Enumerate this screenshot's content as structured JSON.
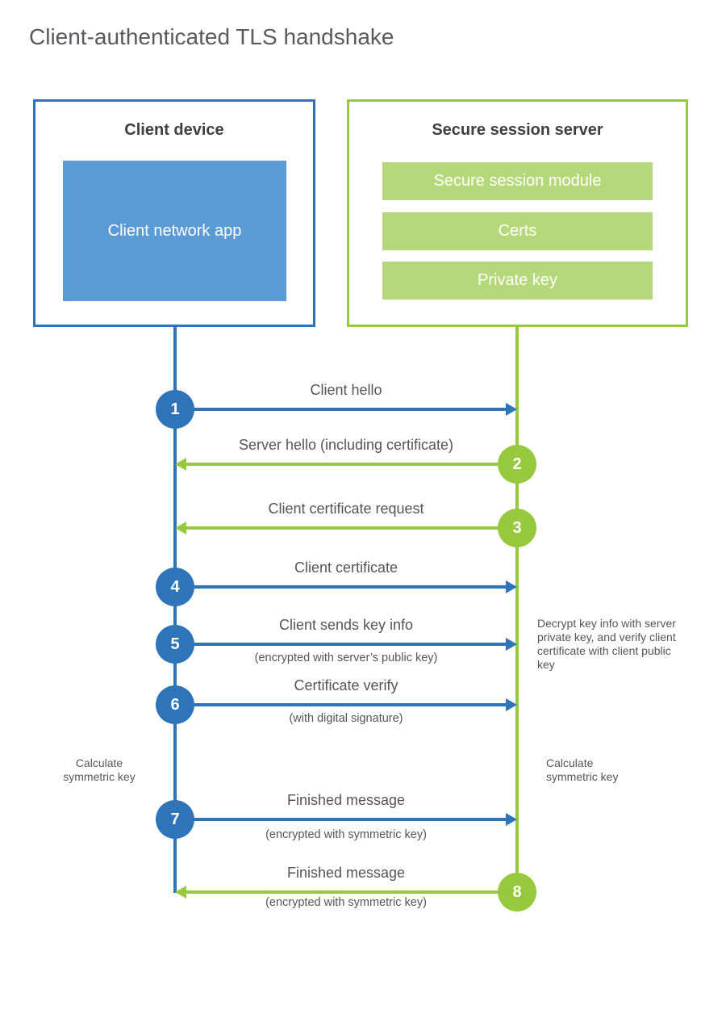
{
  "title": "Client-authenticated TLS handshake",
  "client_box": {
    "title": "Client device",
    "app_label": "Client network app"
  },
  "server_box": {
    "title": "Secure session server",
    "modules": [
      "Secure session module",
      "Certs",
      "Private key"
    ]
  },
  "steps": [
    {
      "num": "1",
      "direction": "client-to-server",
      "label": "Client hello"
    },
    {
      "num": "2",
      "direction": "server-to-client",
      "label": "Server hello (including certificate)"
    },
    {
      "num": "3",
      "direction": "server-to-client",
      "label": "Client certificate request"
    },
    {
      "num": "4",
      "direction": "client-to-server",
      "label": "Client certificate"
    },
    {
      "num": "5",
      "direction": "client-to-server",
      "label": "Client sends key info",
      "sublabel": "(encrypted with server’s public key)"
    },
    {
      "num": "6",
      "direction": "client-to-server",
      "label": "Certificate verify",
      "sublabel": "(with digital signature)"
    },
    {
      "num": "7",
      "direction": "client-to-server",
      "label": "Finished message",
      "sublabel": "(encrypted with symmetric key)"
    },
    {
      "num": "8",
      "direction": "server-to-client",
      "label": "Finished message",
      "sublabel": "(encrypted with symmetric key)"
    }
  ],
  "notes": {
    "server_note": "Decrypt key info with server private key, and verify client certificate with client public key",
    "client_calc_note": "Calculate symmetric key",
    "server_calc_note": "Calculate symmetric key"
  },
  "colors": {
    "blue": "#2e74b8",
    "blue_light": "#5b9bd5",
    "green": "#97c93e",
    "green_light": "#b5d97a",
    "text_dark": "#3e3f42",
    "text_gray": "#54555a"
  }
}
